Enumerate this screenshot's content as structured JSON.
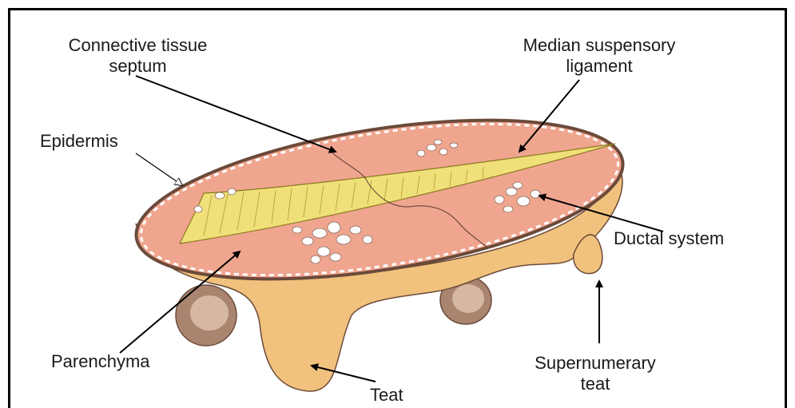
{
  "labels": {
    "connective_tissue_septum_line1": "Connective tissue",
    "connective_tissue_septum_line2": "septum",
    "median_suspensory_ligament_line1": "Median suspensory",
    "median_suspensory_ligament_line2": "ligament",
    "epidermis": "Epidermis",
    "ductal_system": "Ductal system",
    "parenchyma": "Parenchyma",
    "teat": "Teat",
    "supernumerary_teat_line1": "Supernumerary",
    "supernumerary_teat_line2": "teat"
  },
  "colors": {
    "udder_body": "#f1c27d",
    "cut_surface": "#f0a58f",
    "ligament": "#f0e07a",
    "rear_teat": "#b99a86",
    "outline": "#6b4a3a"
  }
}
